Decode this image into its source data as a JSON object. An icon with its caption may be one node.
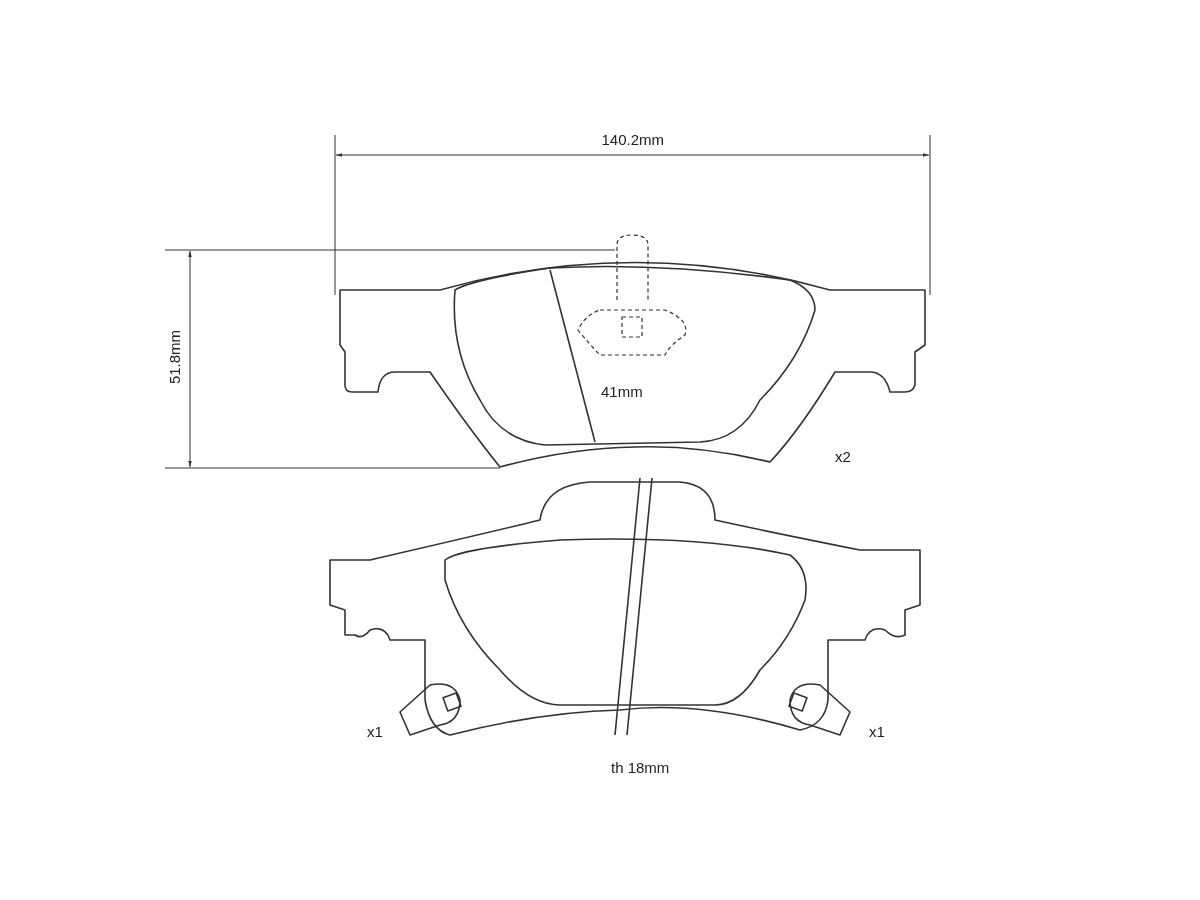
{
  "diagram": {
    "labels": [
      "140.2mm",
      "51.8mm",
      "41mm",
      "x2",
      "x1",
      "x1",
      "th 18mm"
    ]
  }
}
